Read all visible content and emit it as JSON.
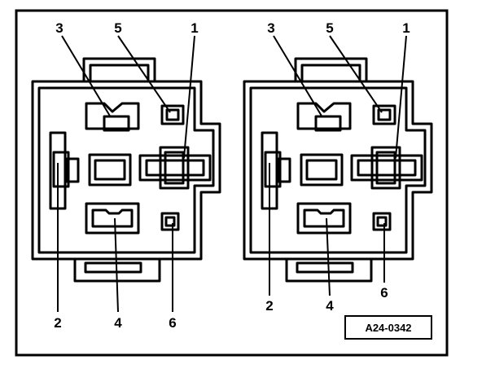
{
  "figure": {
    "reference_code": "A24-0342",
    "colors": {
      "ink": "#000000",
      "paper": "#ffffff"
    },
    "connectors": [
      {
        "name": "left",
        "labels": {
          "top": [
            "3",
            "5",
            "1"
          ],
          "bottom": [
            "2",
            "4",
            "6"
          ]
        }
      },
      {
        "name": "right",
        "labels": {
          "top": [
            "3",
            "5",
            "1"
          ],
          "bottom": [
            "2",
            "4",
            "6"
          ]
        }
      }
    ]
  }
}
